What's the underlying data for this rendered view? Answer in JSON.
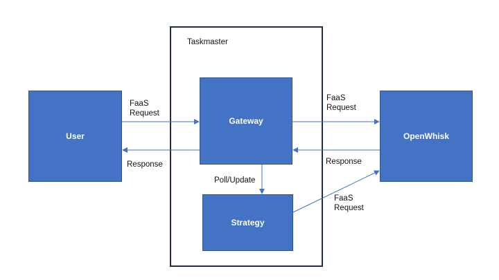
{
  "colors": {
    "box_fill": "#4472c4",
    "box_border": "#2f528f",
    "arrow": "#4472c4",
    "container_border": "#1f2d3d"
  },
  "container": {
    "title": "Taskmaster"
  },
  "nodes": {
    "user": "User",
    "gateway": "Gateway",
    "strategy": "Strategy",
    "openwhisk": "OpenWhisk"
  },
  "edges": {
    "user_to_gateway": {
      "line1": "FaaS",
      "line2": "Request"
    },
    "gateway_to_user": "Response",
    "gateway_to_openwhisk": {
      "line1": "FaaS",
      "line2": "Request"
    },
    "openwhisk_to_gateway": "Response",
    "gateway_to_strategy": "Poll/Update",
    "strategy_to_openwhisk": {
      "line1": "FaaS",
      "line2": "Request"
    }
  }
}
